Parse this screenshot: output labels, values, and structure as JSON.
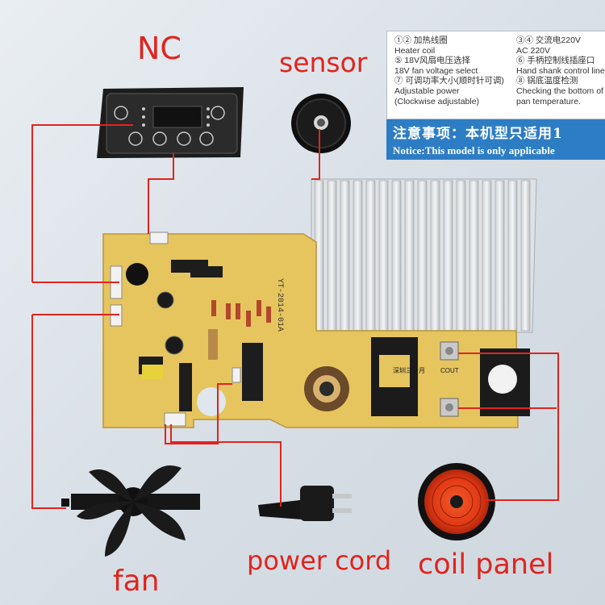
{
  "labels": {
    "nc": "NC",
    "sensor": "sensor",
    "fan": "fan",
    "power_cord": "power cord",
    "coil_panel": "coil panel"
  },
  "legend": {
    "col1": [
      "①② 加热线圈",
      "Heater coil",
      "⑤ 18V风扇电压选择",
      "18V fan voltage select",
      "⑦ 可调功率大小(顺时针可调)",
      "Adjustable power",
      "(Clockwise adjustable)"
    ],
    "col2": [
      "③④ 交流电220V",
      "AC 220V",
      "⑥ 手柄控制线插座口",
      "Hand shank control line port",
      "⑧ 锅底温度检测",
      "Checking the bottom of",
      "pan temperature."
    ]
  },
  "notice": {
    "cn": "注意事项：本机型只适用1",
    "en": "Notice:This model is only applicable"
  },
  "board_text": {
    "model": "YT-2014-01A",
    "transformer": "深圳三个月",
    "coil_out": "COUT"
  },
  "colors": {
    "label": "#e0241f",
    "wire": "#e0241f",
    "pcb": "#e8c862",
    "notice_bg": "#2d7dc4"
  }
}
